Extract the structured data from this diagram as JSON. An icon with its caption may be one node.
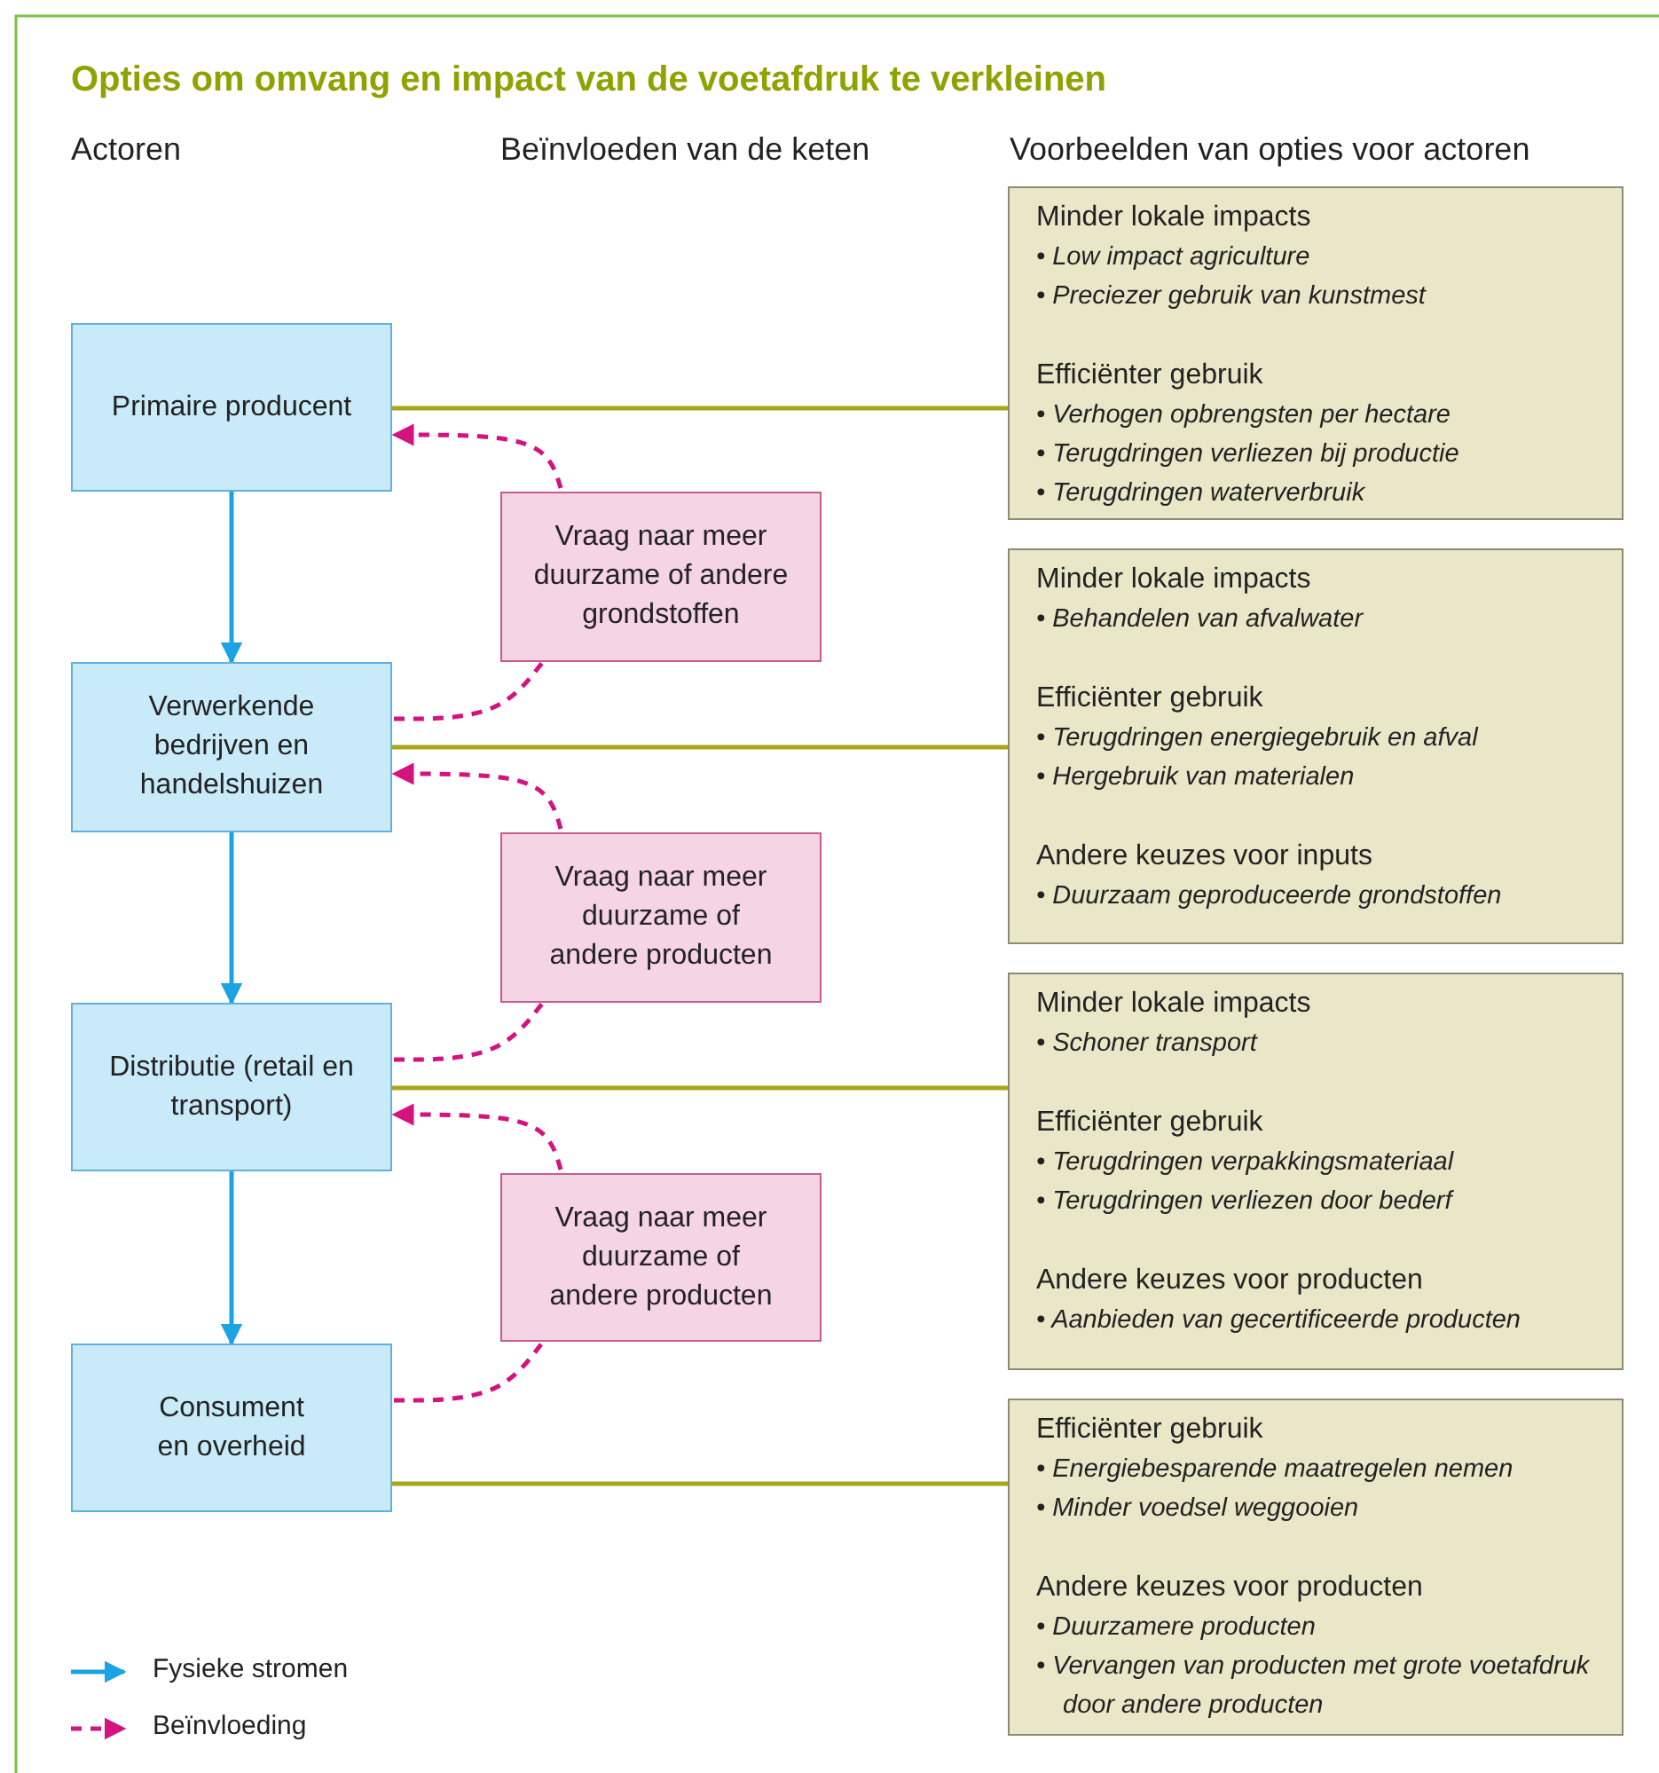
{
  "diagram": {
    "title": "Opties om omvang en impact van de voetafdruk te verkleinen",
    "nodes": [
      {
        "text": [
          "Primaire producent"
        ]
      },
      {
        "text": [
          "Verwerkende bedrijven en handelshuizen"
        ]
      },
      {
        "text": [
          "Distributie (retail en transport)"
        ]
      },
      {
        "text": [
          "Consument en overheid"
        ]
      },
      {
        "text": [
          "Vraag naar meer duurzame of andere grondstoffen"
        ]
      },
      {
        "text": [
          "Vraag naar meer duurzame of andere producten"
        ]
      },
      {
        "text": [
          "Vraag naar meer duurzame of andere producten"
        ]
      },
      {
        "text": [
          "Minder lokale impacts",
          "• Low impact agriculture",
          "• Preciezer gebruik van kunstmest",
          "Efficiënter gebruik",
          "• Verhogen opbrengsten per hectare",
          "• Terugdringen verliezen bij productie",
          "• Terugdringen waterverbruik"
        ]
      },
      {
        "text": [
          "Minder lokale impacts",
          "• Behandelen van afvalwater",
          "Efficiënter gebruik",
          "• Terugdringen energiegebruik en afval",
          "• Hergebruik van materialen",
          "Andere keuzes voor inputs",
          "• Duurzaam geproduceerde grondstoffen"
        ]
      },
      {
        "text": [
          "Minder lokale impacts",
          "• Schoner transport",
          "Efficiënter gebruik",
          "• Terugdringen verpakkingsmateriaal",
          "• Terugdringen verliezen door bederf",
          "Andere keuzes voor producten",
          "• Aanbieden van gecertificeerde producten"
        ]
      },
      {
        "text": [
          "Efficiënter gebruik",
          "• Energiebesparende maatregelen nemen",
          "• Minder voedsel weggooien",
          "Andere keuzes voor producten",
          "• Duurzamere producten",
          "• Vervangen van producten met grote voetafdruk door andere producten"
        ]
      }
    ],
    "edges": [
      {
        "from": 0,
        "to": 1,
        "arrow": "to",
        "color": "#1ba3e3"
      },
      {
        "from": 1,
        "to": 2,
        "arrow": "to",
        "color": "#1ba3e3"
      },
      {
        "from": 2,
        "to": 3,
        "arrow": "to",
        "color": "#1ba3e3"
      },
      {
        "from": 1,
        "to": 4,
        "arrow": "none",
        "style": "dashed",
        "color": "#d4137f"
      },
      {
        "from": 4,
        "to": 0,
        "arrow": "to",
        "style": "dashed",
        "color": "#d4137f"
      },
      {
        "from": 2,
        "to": 5,
        "arrow": "none",
        "style": "dashed",
        "color": "#d4137f"
      },
      {
        "from": 5,
        "to": 1,
        "arrow": "to",
        "style": "dashed",
        "color": "#d4137f"
      },
      {
        "from": 3,
        "to": 6,
        "arrow": "none",
        "style": "dashed",
        "color": "#d4137f"
      },
      {
        "from": 6,
        "to": 2,
        "arrow": "to",
        "style": "dashed",
        "color": "#d4137f"
      },
      {
        "from": 0,
        "to": 7,
        "arrow": "none",
        "color": "#a9a61c"
      },
      {
        "from": 1,
        "to": 8,
        "arrow": "none",
        "color": "#a9a61c"
      },
      {
        "from": 2,
        "to": 9,
        "arrow": "none",
        "color": "#a9a61c"
      },
      {
        "from": 3,
        "to": 10,
        "arrow": "none",
        "color": "#a9a61c"
      }
    ],
    "labels": [
      "Actoren",
      "Beïnvloeden van de keten",
      "Voorbeelden van opties voor actoren"
    ],
    "legend": [
      {
        "text": "Fysieke stromen"
      },
      {
        "text": "Beïnvloeding"
      }
    ]
  }
}
